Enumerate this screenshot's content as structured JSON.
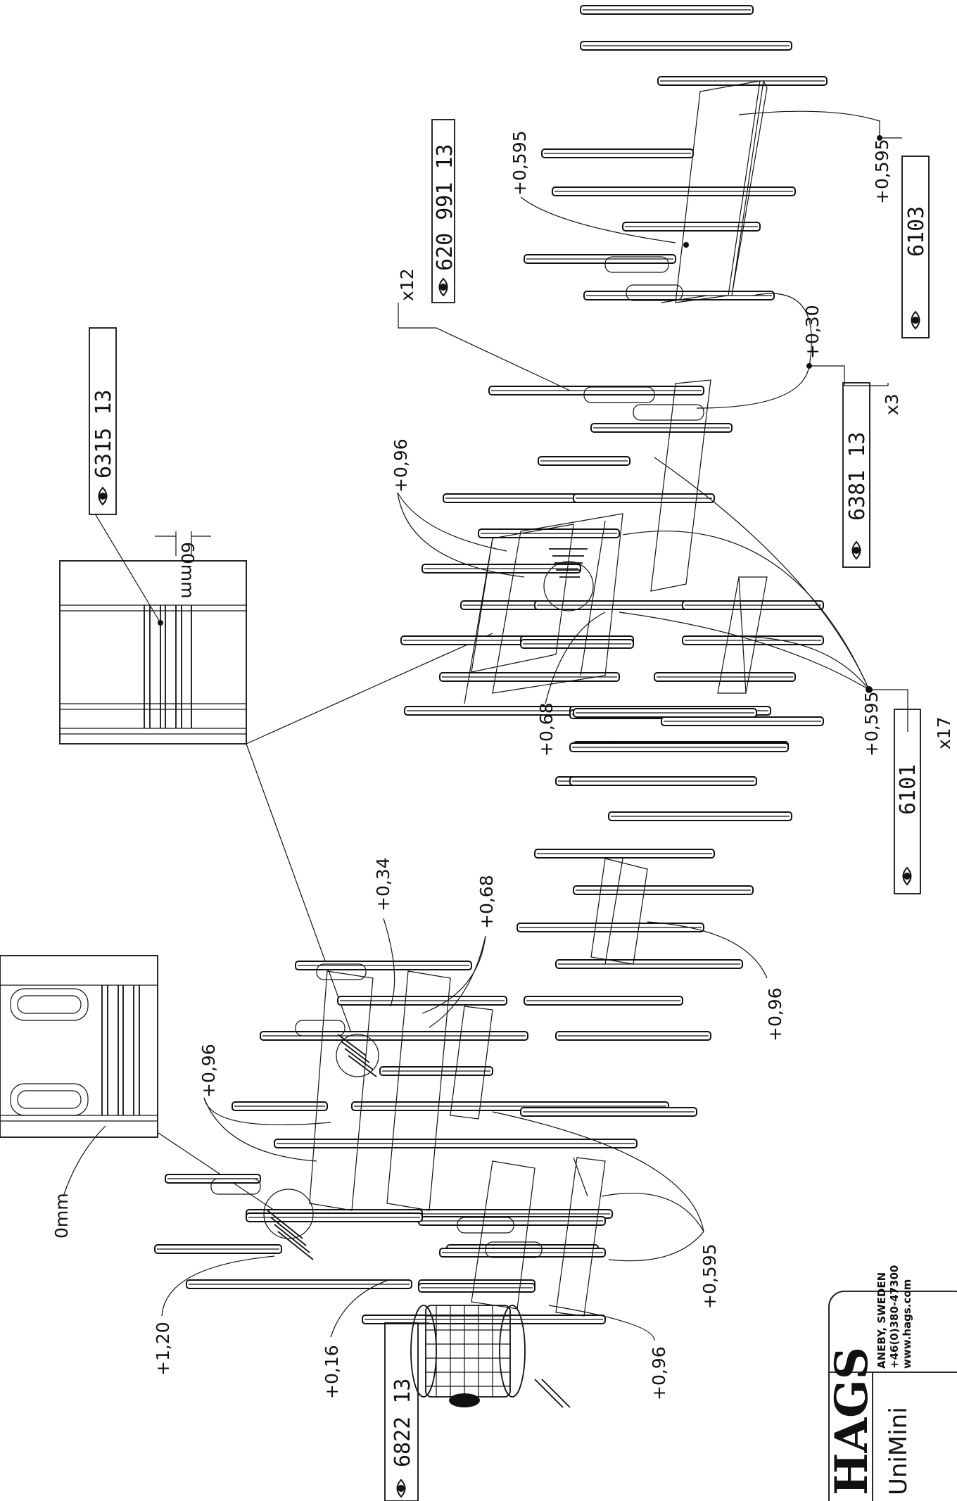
{
  "part_labels": [
    {
      "id": "p6315",
      "code": "6315 13",
      "count": ""
    },
    {
      "id": "p620991",
      "code": "620 991 13",
      "count": "x12"
    },
    {
      "id": "p6103",
      "code": "6103",
      "count": ""
    },
    {
      "id": "p6381",
      "code": "6381 13",
      "count": "x3"
    },
    {
      "id": "p6101",
      "code": "6101",
      "count": "x17"
    },
    {
      "id": "p6822",
      "code": "6822 13",
      "count": ""
    }
  ],
  "height_labels": {
    "l1": "+0,96",
    "l2": "+0,595",
    "l3": "+0,30",
    "l4": "+0,595",
    "l5": "+0,68",
    "l6": "+0,595",
    "l7": "+0,34",
    "l8": "+0,68",
    "l9": "+0,96",
    "l10": "+0,96",
    "l11": "+1,20",
    "l12": "+0,16",
    "l13": "+0,595",
    "l14": "+0,96"
  },
  "dimensions": {
    "gap_top": "60mm",
    "gap_bottom": "0mm"
  },
  "title_block": {
    "brand": "HAGS",
    "address_line1": "ANEBY, SWEDEN",
    "address_line2": "+46(0)380-47300",
    "address_line3": "www.hags.com",
    "product": "UniMini"
  }
}
